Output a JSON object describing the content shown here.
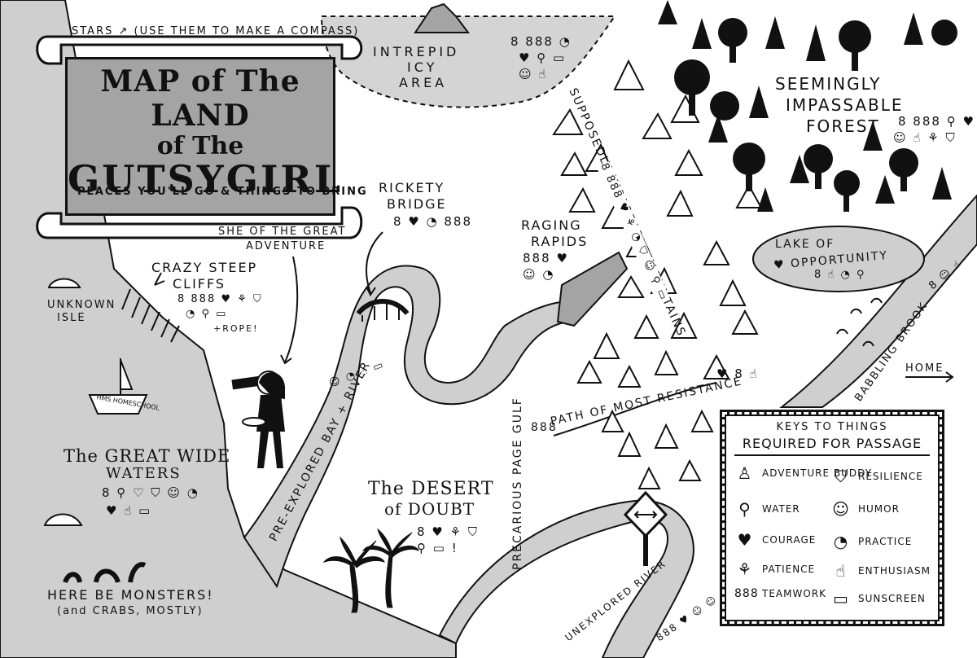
{
  "map": {
    "title": {
      "line1": "MAP of The LAND",
      "line2": "of The",
      "line3": "GUTSYGIRL",
      "subtitle": "PLACES YOU'LL GO & THINGS TO BRING"
    },
    "labels": {
      "stars": "STARS ↗ (USE THEM TO MAKE A COMPASS)",
      "icy_area": [
        "INTREPID",
        "ICY",
        "AREA"
      ],
      "forest": [
        "SEEMINGLY",
        "IMPASSABLE",
        "FOREST"
      ],
      "mountains": "SUPPOSEDLY IMPASSABLE MOUNTAINS",
      "rickety_bridge": [
        "RICKETY",
        "BRIDGE"
      ],
      "raging_rapids": [
        "RAGING",
        "RAPIDS"
      ],
      "lake": [
        "LAKE OF",
        "♥ OPPORTUNITY"
      ],
      "she": [
        "SHE OF THE GREAT",
        "ADVENTURE"
      ],
      "cliffs": [
        "CRAZY STEEP",
        "CLIFFS"
      ],
      "unknown_isle": [
        "UNKNOWN",
        "ISLE"
      ],
      "ship": "HMS HOMESCHOOL",
      "waters": [
        "The GREAT WIDE",
        "WATERS"
      ],
      "monsters": [
        "HERE BE MONSTERS!",
        "(and CRABS, MOSTLY)"
      ],
      "bay_river": "PRE-EXPLORED BAY + RIVER",
      "desert": [
        "The DESERT",
        "of DOUBT"
      ],
      "gulf": "PRECARIOUS PAGE GULF",
      "path": "PATH OF MOST RESISTANCE",
      "babbling_brook": "BABBLING BROOK",
      "home": "HOME",
      "unexplored_river": "UNEXPLORED RIVER",
      "rope": "+ROPE!"
    },
    "icon_groups": {
      "icy": [
        "8 888 ◔",
        "♥ ⚲ ▭",
        "☺ ☝"
      ],
      "forest": [
        "8 888 ⚲ ♥",
        "☺ ☝ ⚘ ⛉"
      ],
      "mountains": "8 888 ♥ ⚘ ◔ ⛉ ☺ ⚲ ▭",
      "bridge": "8 ♥ ◔ 888",
      "rapids": [
        "888 ♥",
        "☺ ◔"
      ],
      "lake": "8 ☝ ◔ ⚲",
      "brook": "8 ☺ ☝",
      "cliffs": [
        "8 888 ♥ ⚘ ⛉",
        "◔ ⚲ ▭"
      ],
      "bay": "☺ ◔ ☝ ▭",
      "waters": [
        "8 ⚲ ♡ ⛉ ☺ ◔",
        "♥ ☝ ▭"
      ],
      "desert": [
        "8 ♥ ⚘ ⛉",
        "⚲ ▭ !"
      ],
      "path": "♥ 8 ☝",
      "path_lead": "888",
      "unexplored": "888 ♥ ☺ ☺"
    },
    "legend": {
      "title_top": "KEYS TO THINGS",
      "title_bottom": "REQUIRED FOR PASSAGE",
      "items_left": [
        {
          "icon": "adventure-buddy-icon",
          "glyph": "♙",
          "label": "ADVENTURE BUDDY"
        },
        {
          "icon": "water-icon",
          "glyph": "⚲",
          "label": "WATER"
        },
        {
          "icon": "courage-icon",
          "glyph": "♥",
          "label": "COURAGE"
        },
        {
          "icon": "patience-icon",
          "glyph": "⚘",
          "label": "PATIENCE"
        },
        {
          "icon": "teamwork-icon",
          "glyph": "888",
          "label": "TEAMWORK"
        }
      ],
      "items_right": [
        {
          "icon": "resilience-icon",
          "glyph": "⛉",
          "label": "RESILIENCE"
        },
        {
          "icon": "humor-icon",
          "glyph": "☺",
          "label": "HUMOR"
        },
        {
          "icon": "practice-icon",
          "glyph": "◔",
          "label": "PRACTICE"
        },
        {
          "icon": "enthusiasm-icon",
          "glyph": "☝",
          "label": "ENTHUSIASM"
        },
        {
          "icon": "sunscreen-icon",
          "glyph": "▭",
          "label": "SUNSCREEN"
        }
      ]
    },
    "colors": {
      "land": "#ffffff",
      "water": "#cfcfcf",
      "ink": "#111111",
      "banner": "#a4a4a4"
    }
  }
}
